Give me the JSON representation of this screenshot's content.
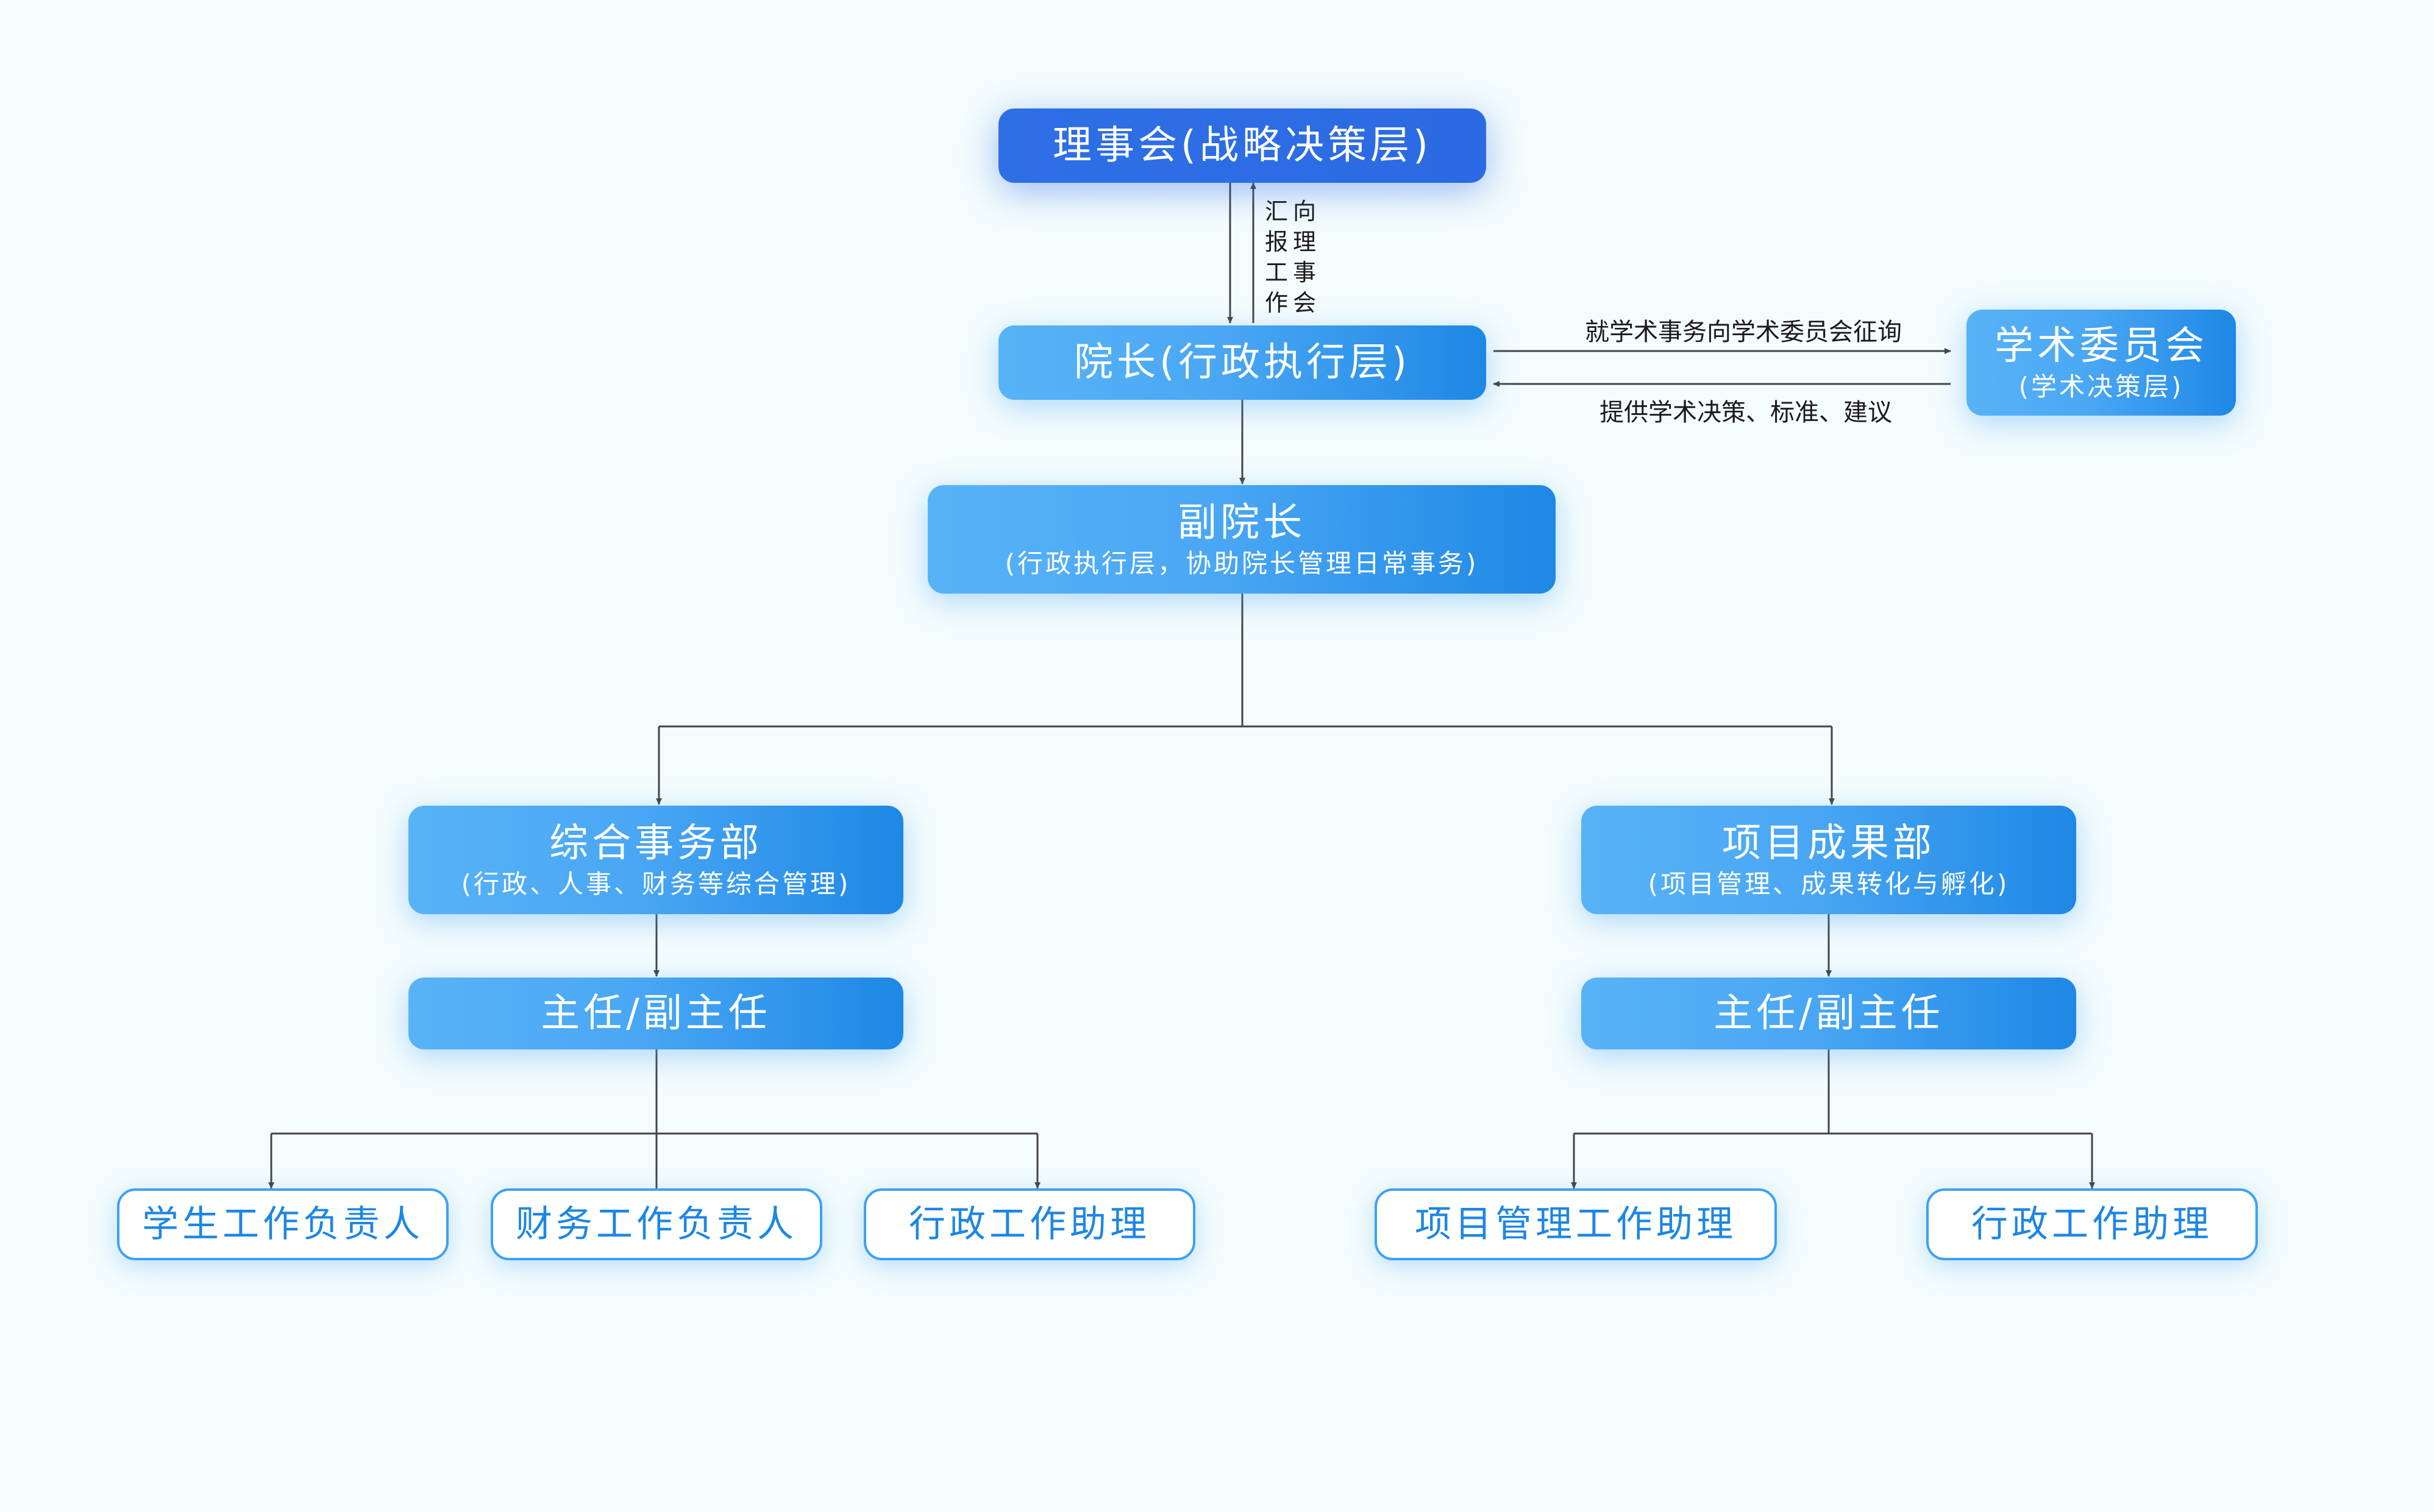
{
  "nodes": {
    "board": {
      "title": "理事会(战略决策层)"
    },
    "dean": {
      "title": "院长(行政执行层)"
    },
    "academic_committee": {
      "title": "学术委员会",
      "subtitle": "(学术决策层)"
    },
    "vice_dean": {
      "title": "副院长",
      "subtitle": "(行政执行层，协助院长管理日常事务)"
    },
    "general_affairs": {
      "title": "综合事务部",
      "subtitle": "(行政、人事、财务等综合管理)"
    },
    "project_results": {
      "title": "项目成果部",
      "subtitle": "(项目管理、成果转化与孵化)"
    },
    "director_left": {
      "title": "主任/副主任"
    },
    "director_right": {
      "title": "主任/副主任"
    },
    "leaf_student": {
      "title": "学生工作负责人"
    },
    "leaf_finance": {
      "title": "财务工作负责人"
    },
    "leaf_admin_left": {
      "title": "行政工作助理"
    },
    "leaf_project": {
      "title": "项目管理工作助理"
    },
    "leaf_admin_right": {
      "title": "行政工作助理"
    }
  },
  "edge_labels": {
    "report_work": "汇报工作",
    "to_board": "向理事会",
    "consult": "就学术事务向学术委员会征询",
    "provide": "提供学术决策、标准、建议"
  },
  "colors": {
    "board": "#2f6fe6",
    "node_gradient_start": "#58b3f6",
    "node_gradient_end": "#1e88e5",
    "leaf_border": "#3ea1f1",
    "leaf_text": "#1d86e3",
    "line": "#444444",
    "background": "#f4fcfd"
  }
}
